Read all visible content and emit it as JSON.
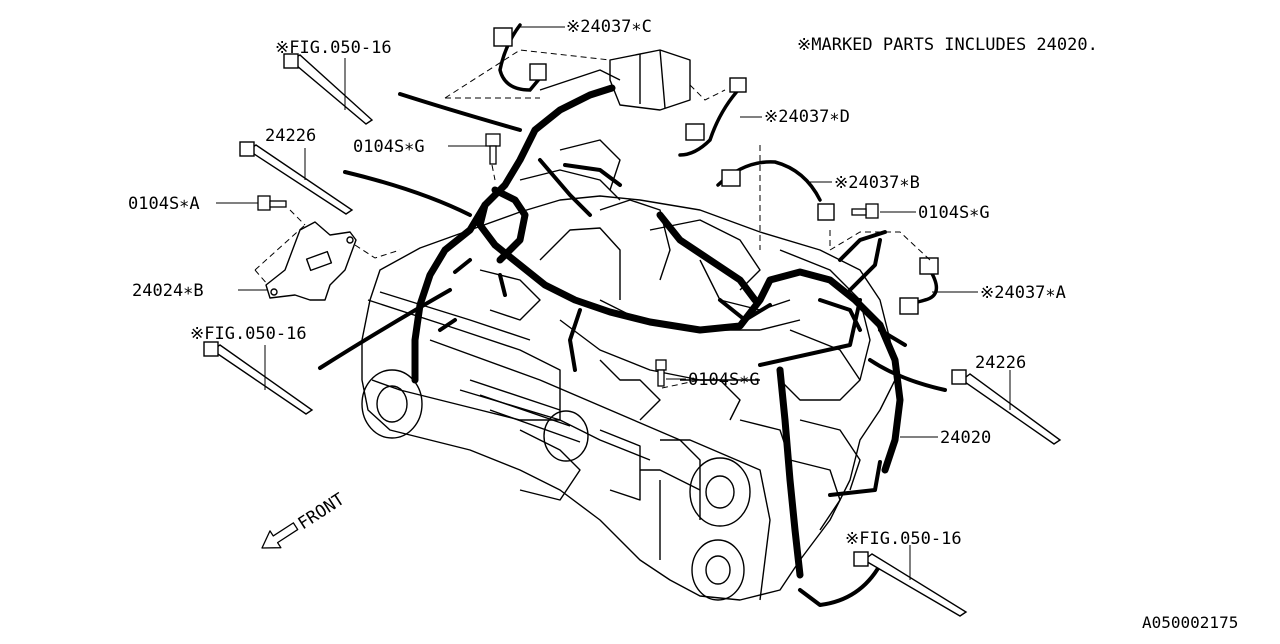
{
  "diagram": {
    "note": "※MARKED PARTS INCLUDES 24020.",
    "figure_code": "A050002175",
    "front_label": "FRONT",
    "callouts": {
      "fig_tl": "※FIG.050-16",
      "fig_ml": "※FIG.050-16",
      "fig_br": "※FIG.050-16",
      "tie_left": "24226",
      "tie_right": "24226",
      "bolt_a": "0104S∗A",
      "bolt_g_top": "0104S∗G",
      "bolt_g_right": "0104S∗G",
      "bolt_g_mid": "0104S∗G",
      "bracket": "24024∗B",
      "sensor_c": "※24037∗C",
      "sensor_d": "※24037∗D",
      "sensor_b": "※24037∗B",
      "sensor_a": "※24037∗A",
      "harness": "24020"
    }
  }
}
